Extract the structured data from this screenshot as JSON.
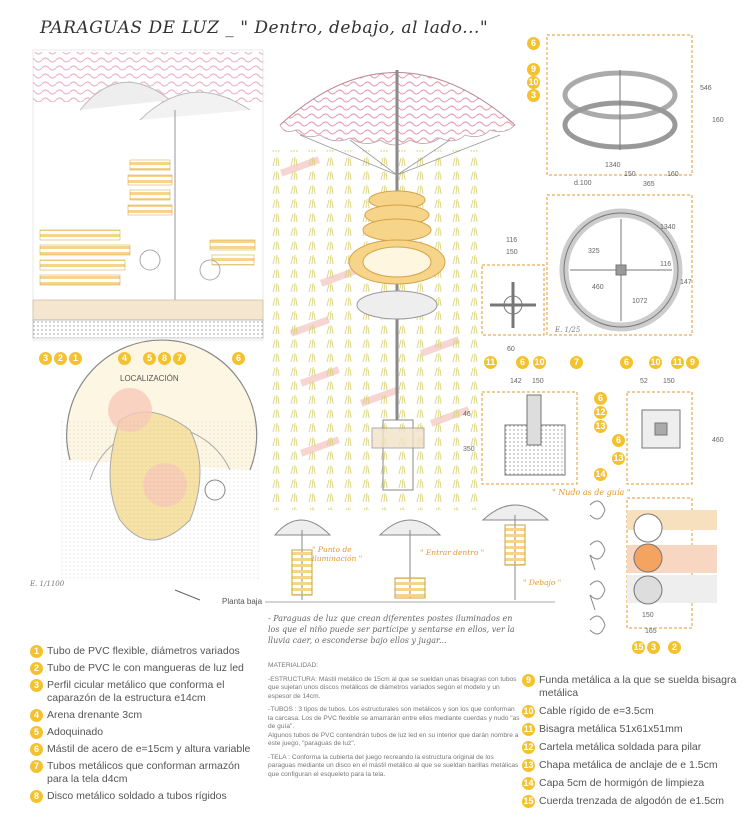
{
  "title": "PARAGUAS DE LUZ _ \" Dentro, debajo, al lado...\"",
  "elevation_tags": [
    "3",
    "2",
    "1",
    "4",
    "5",
    "8",
    "7",
    "6"
  ],
  "localizacion_label": "LOCALIZACIÓN",
  "plan_scale": "E. 1/1100",
  "plan_label": "Planta baja",
  "section_scale": "E. 1/25",
  "variant_labels": [
    "\" Punto de iluminación \"",
    "\" Entrar dentro \"",
    "\" Debajo \""
  ],
  "knot_label": "\" Nudo as de guía \"",
  "description": "- Paraguas de luz que crean diferentes postes iluminados en los que el niño puede ser partícipe y sentarse en ellos, ver la lluvia caer, o esconderse bajo ellos y jugar...",
  "materialidad": {
    "heading": "MATERIALIDAD:",
    "estructura": "-ESTRUCTURA: Mástil metálico de 15cm al que se sueldan unas bisagras con tubos que sujetan unos discos metálicos de diámetros variados según el modelo y un espesor de 14cm.",
    "tubos1": "-TUBOS : 3 tipos de tubos. Los estructurales son metálicos y son los que conforman la carcasa. Los de PVC flexible se amarrarán entre ellos mediante cuerdas y nudo \"as de guía\".",
    "tubos2": "Algunos tubos de PVC contendrán tubos de luz led en su interior que darán nombre a este juego, \"paraguas de luz\".",
    "tela": "-TELA : Conforma la cubierta del juego recreando la estructura original de los paraguas mediante un disco en el mástil metálico al que se sueldan barillas metálicas que configuran el esqueleto para la tela."
  },
  "legend_left": [
    {
      "n": "1",
      "text": "Tubo de PVC flexible, diámetros variados"
    },
    {
      "n": "2",
      "text": "Tubo de PVC le con mangueras de luz led"
    },
    {
      "n": "3",
      "text": "Perfil cicular metálico que conforma el caparazón de la estructura e14cm"
    },
    {
      "n": "4",
      "text": "Arena drenante 3cm"
    },
    {
      "n": "5",
      "text": "Adoquinado"
    },
    {
      "n": "6",
      "text": "Mástil de acero de e=15cm y altura variable"
    },
    {
      "n": "7",
      "text": "Tubos metálicos que conforman armazón para la tela d4cm"
    },
    {
      "n": "8",
      "text": "Disco metálico soldado a tubos rígidos"
    }
  ],
  "legend_right": [
    {
      "n": "9",
      "text": "Funda metálica a la que se suelda bisagra metálica"
    },
    {
      "n": "10",
      "text": "Cable rígido de e=3.5cm"
    },
    {
      "n": "11",
      "text": "Bisagra metálica 51x61x51mm"
    },
    {
      "n": "12",
      "text": "Cartela metálica soldada para pilar"
    },
    {
      "n": "13",
      "text": "Chapa metálica de anclaje de e 1.5cm"
    },
    {
      "n": "14",
      "text": "Capa 5cm de hormigón de limpieza"
    },
    {
      "n": "15",
      "text": "Cuerda trenzada de algodón de e1.5cm"
    }
  ],
  "ring_tags": [
    "6",
    "9",
    "10",
    "3"
  ],
  "ring_dims": [
    "546",
    "160",
    "1340",
    "150",
    "160",
    "365",
    "d.100"
  ],
  "plan_dims": [
    "1340",
    "325",
    "116",
    "460",
    "147",
    "1072"
  ],
  "hinge_dims": [
    "116",
    "150",
    "60"
  ],
  "row_tags": [
    "11",
    "6",
    "10",
    "7",
    "6",
    "10",
    "11",
    "9"
  ],
  "footing_dims": [
    "142",
    "150",
    "350",
    "46"
  ],
  "footing_tags": [
    "6",
    "12",
    "13",
    "6",
    "13",
    "14"
  ],
  "base_dims": [
    "52",
    "150",
    "460"
  ],
  "cord_tags": [
    "15",
    "3",
    "2"
  ],
  "cord_dims": [
    "165",
    "150"
  ]
}
